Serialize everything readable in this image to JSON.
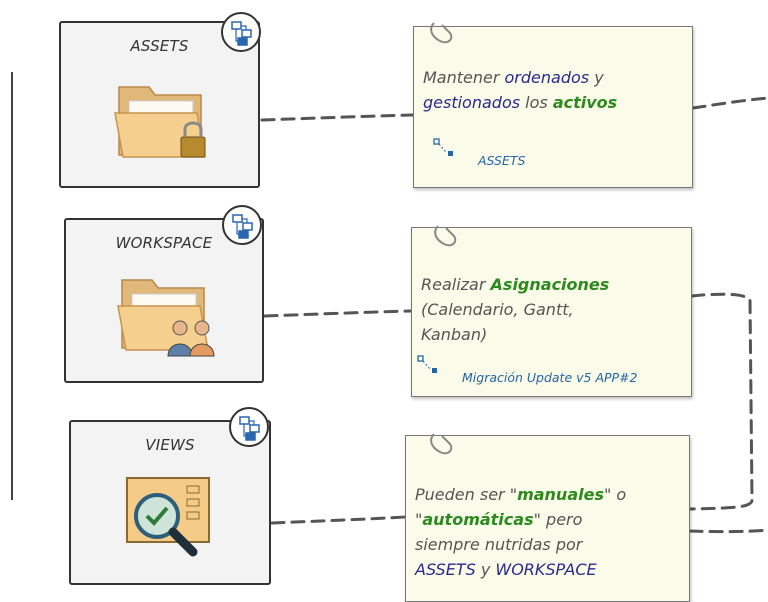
{
  "modules": {
    "assets": {
      "title": "ASSETS"
    },
    "workspace": {
      "title": "WORKSPACE"
    },
    "views": {
      "title": "VIEWS"
    }
  },
  "notes": {
    "assets": {
      "t1": "Mantener ",
      "k1": "ordenados",
      "t2": " y",
      "k2": "gestionados",
      "t3": " los ",
      "k3": "activos",
      "ref": "ASSETS"
    },
    "workspace": {
      "t1": "Realizar ",
      "k1": "Asignaciones",
      "line2": "(Calendario, Gantt,",
      "line3": "Kanban)",
      "ref": "Migración Update v5 APP#2"
    },
    "views": {
      "t1": "Pueden ser \"",
      "k1": "manuales",
      "t2": "\" o",
      "t3": "\"",
      "k2": "automáticas",
      "t4": "\" pero",
      "line3": "siempre nutridas por",
      "k3": "ASSETS",
      "t5": " y ",
      "k4": "WORKSPACE"
    }
  },
  "colors": {
    "note_bg": "#fbfbe9",
    "keyword_blue": "#2a2a8c",
    "keyword_green": "#2d8a1f",
    "reference_blue": "#2566a8"
  },
  "icons": [
    "folder-lock-icon",
    "folder-users-icon",
    "magnifier-check-icon",
    "diagram-badge-icon",
    "paperclip-icon",
    "link-reference-icon"
  ]
}
